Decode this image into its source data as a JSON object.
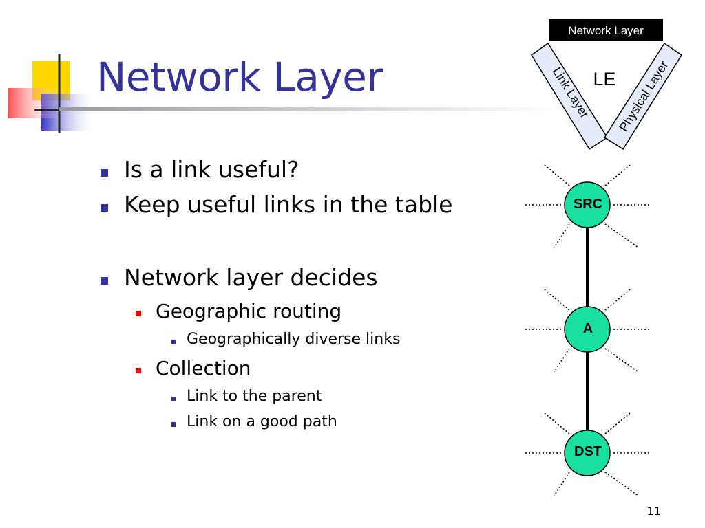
{
  "slide": {
    "title": "Network Layer",
    "page_number": "11"
  },
  "bullets": [
    {
      "level": 1,
      "text": "Is a link useful?"
    },
    {
      "level": 1,
      "text": "Keep useful links in the table"
    },
    {
      "level": 1,
      "text": "Network layer decides"
    },
    {
      "level": 2,
      "text": "Geographic routing"
    },
    {
      "level": 3,
      "text": "Geographically diverse links"
    },
    {
      "level": 2,
      "text": "Collection"
    },
    {
      "level": 3,
      "text": "Link to the parent"
    },
    {
      "level": 3,
      "text": "Link on a good path"
    }
  ],
  "le_diagram": {
    "top_label": "Network Layer",
    "center_label": "LE",
    "left_label": "Link Layer",
    "right_label": "Physical Layer"
  },
  "route": {
    "nodes": [
      "SRC",
      "A",
      "DST"
    ]
  },
  "colors": {
    "title": "#333399",
    "bullet_level1": "#333399",
    "bullet_level2": "#ff0000",
    "bullet_level3": "#333399",
    "node_fill": "#19e0a0",
    "side_box_fill": "#e6ebfa"
  }
}
